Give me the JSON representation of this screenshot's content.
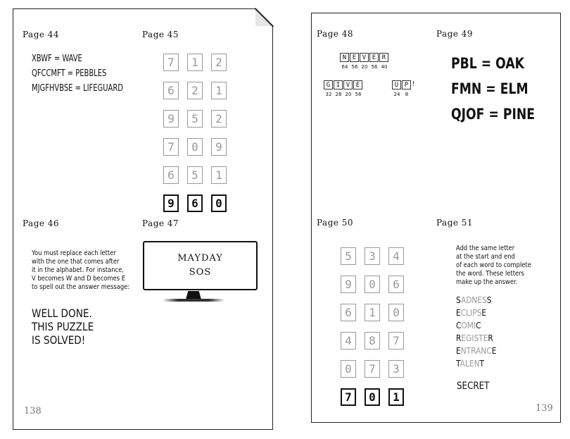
{
  "left_page": {
    "page_number": "138",
    "sections": {
      "p44": "Page 44",
      "p45": "Page 45",
      "p46": "Page 46",
      "p47": "Page 47"
    },
    "ciphers": [
      "XBWF = WAVE",
      "QFCCMFT = PEBBLES",
      "MJGFHVBSE = LIFEGUARD"
    ],
    "grid_rows": [
      [
        "7",
        "1",
        "2"
      ],
      [
        "6",
        "2",
        "1"
      ],
      [
        "9",
        "5",
        "2"
      ],
      [
        "7",
        "0",
        "9"
      ],
      [
        "6",
        "5",
        "1"
      ]
    ],
    "grid_answer": [
      "9",
      "6",
      "0"
    ],
    "instructions": [
      "You must replace each letter",
      "with the one that comes after",
      "it in the alphabet. For instance,",
      "V becomes W and D becomes E",
      "to spell out the answer message:"
    ],
    "message": [
      "WELL DONE.",
      "THIS PUZZLE",
      "IS SOLVED!"
    ],
    "monitor": {
      "line1": "MAYDAY",
      "line2": "SOS"
    }
  },
  "right_page": {
    "page_number": "139",
    "sections": {
      "p48": "Page 48",
      "p49": "Page 49",
      "p50": "Page 50",
      "p51": "Page 51"
    },
    "word_never": {
      "letters": [
        "N",
        "E",
        "V",
        "E",
        "R"
      ],
      "numbers": [
        "64",
        "56",
        "20",
        "56",
        "40"
      ]
    },
    "word_give": {
      "letters": [
        "G",
        "I",
        "V",
        "E"
      ],
      "numbers": [
        "32",
        "28",
        "20",
        "56"
      ]
    },
    "word_up": {
      "letters": [
        "U",
        "P"
      ],
      "numbers": [
        "24",
        "8"
      ],
      "trail": "!"
    },
    "trees": [
      "PBL = OAK",
      "FMN = ELM",
      "QJOF = PINE"
    ],
    "grid_rows": [
      [
        "5",
        "3",
        "4"
      ],
      [
        "9",
        "0",
        "6"
      ],
      [
        "6",
        "1",
        "0"
      ],
      [
        "4",
        "8",
        "7"
      ],
      [
        "0",
        "7",
        "3"
      ]
    ],
    "grid_answer": [
      "7",
      "0",
      "1"
    ],
    "instructions": [
      "Add the same letter",
      "at the start and end",
      "of each word to complete",
      "the word. These letters",
      "make up the answer."
    ],
    "words": [
      {
        "first": "S",
        "mid": "ADNES",
        "last": "S"
      },
      {
        "first": "E",
        "mid": "CLIPS",
        "last": "E"
      },
      {
        "first": "C",
        "mid": "OMI",
        "last": "C"
      },
      {
        "first": "R",
        "mid": "EGISTE",
        "last": "R"
      },
      {
        "first": "E",
        "mid": "NTRANC",
        "last": "E"
      },
      {
        "first": "T",
        "mid": "ALEN",
        "last": "T"
      }
    ],
    "answer": "SECRET"
  }
}
